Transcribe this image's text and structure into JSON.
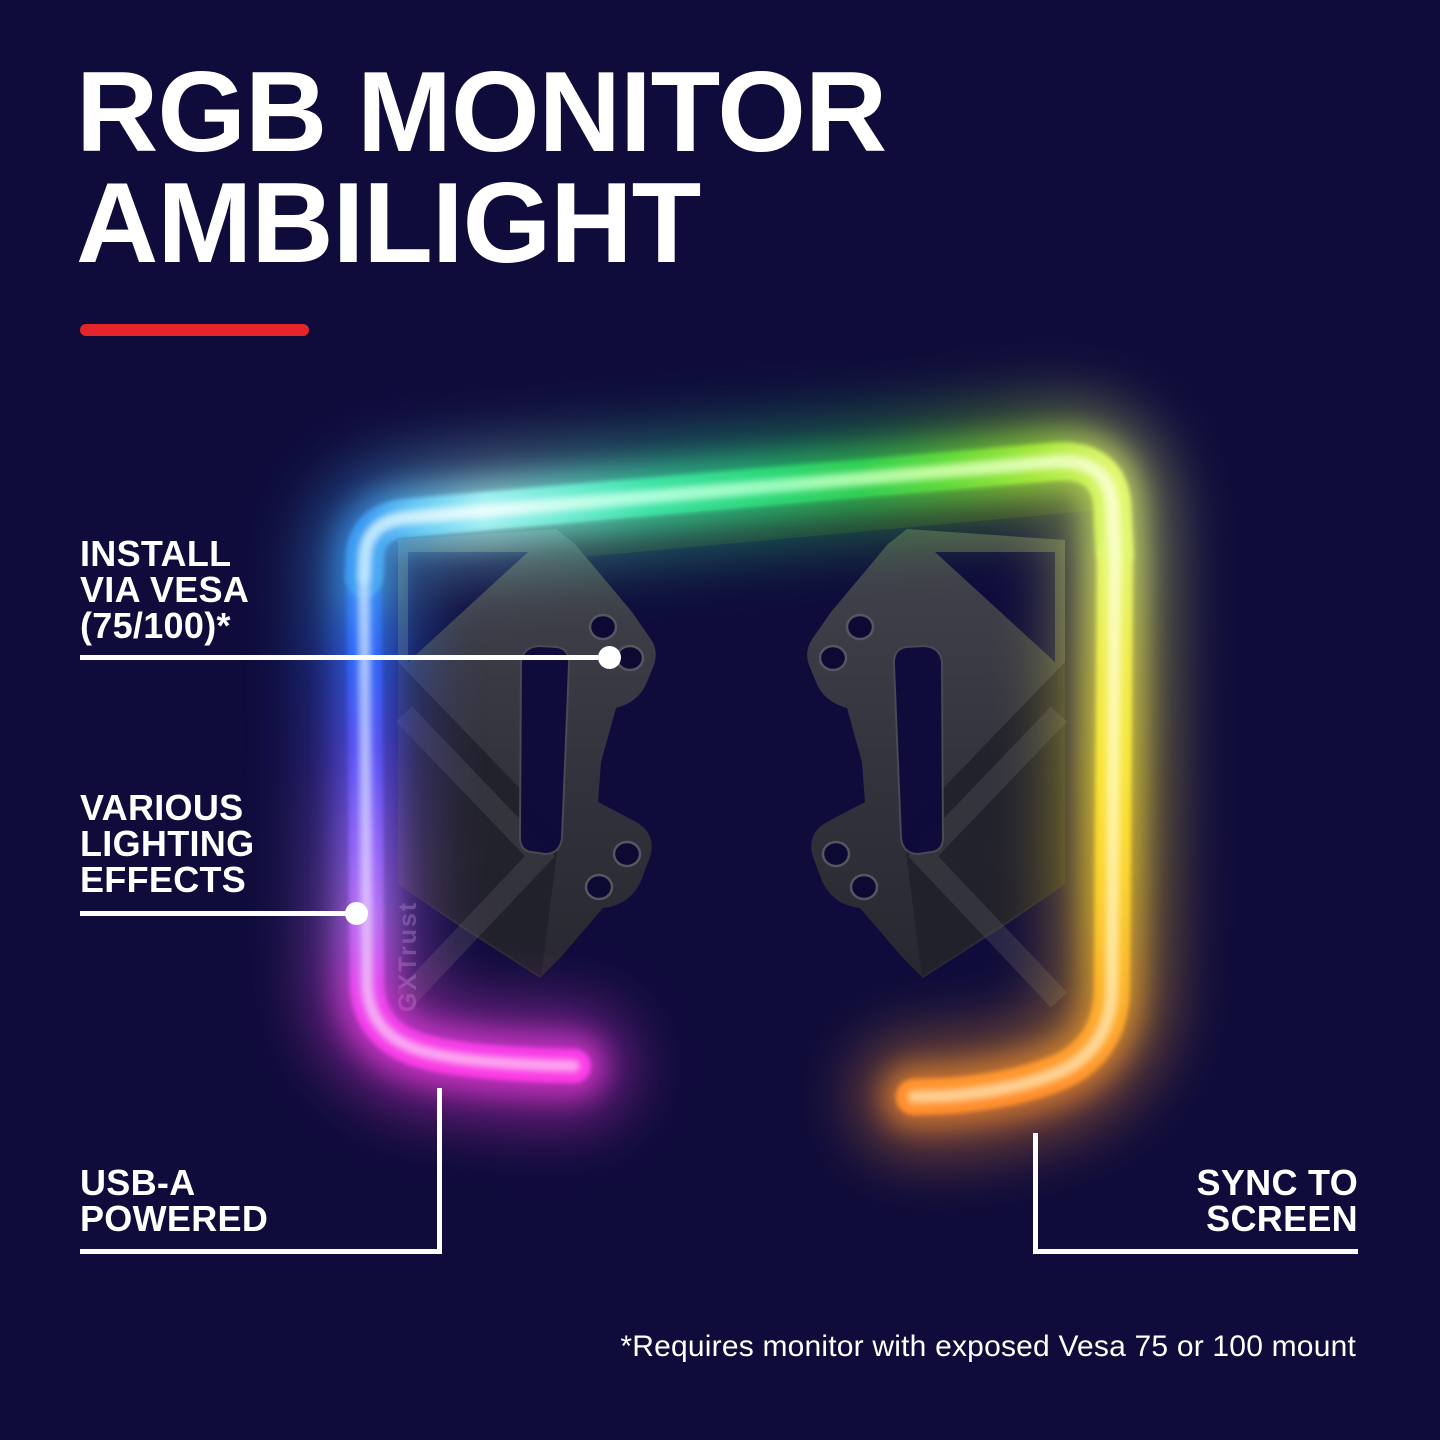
{
  "colors": {
    "bg": "#0f0c3b",
    "text": "#ffffff",
    "red": "#e42529",
    "line": "#ffffff"
  },
  "title": {
    "line1": "RGB MONITOR",
    "line2": "AMBILIGHT"
  },
  "callouts": {
    "install_vesa": {
      "lines": [
        "INSTALL",
        "VIA VESA",
        "(75/100)*"
      ]
    },
    "lighting_effects": {
      "lines": [
        "VARIOUS",
        "LIGHTING",
        "EFFECTS"
      ]
    },
    "usb_powered": {
      "lines": [
        "USB-A",
        "POWERED"
      ]
    },
    "sync_screen": {
      "lines": [
        "SYNC TO",
        "SCREEN"
      ]
    }
  },
  "footnote": "*Requires monitor with exposed Vesa 75 or 100 mount",
  "product": {
    "brand": "GXTrust",
    "strip_colors": [
      "#fb3be4",
      "#b56ef2",
      "#5852f2",
      "#2f66f5",
      "#3e9bf2",
      "#8ae9f0",
      "#2ed98b",
      "#51d83f",
      "#c8ef49",
      "#f8e53a",
      "#fdb32c",
      "#ff8e2e"
    ]
  }
}
